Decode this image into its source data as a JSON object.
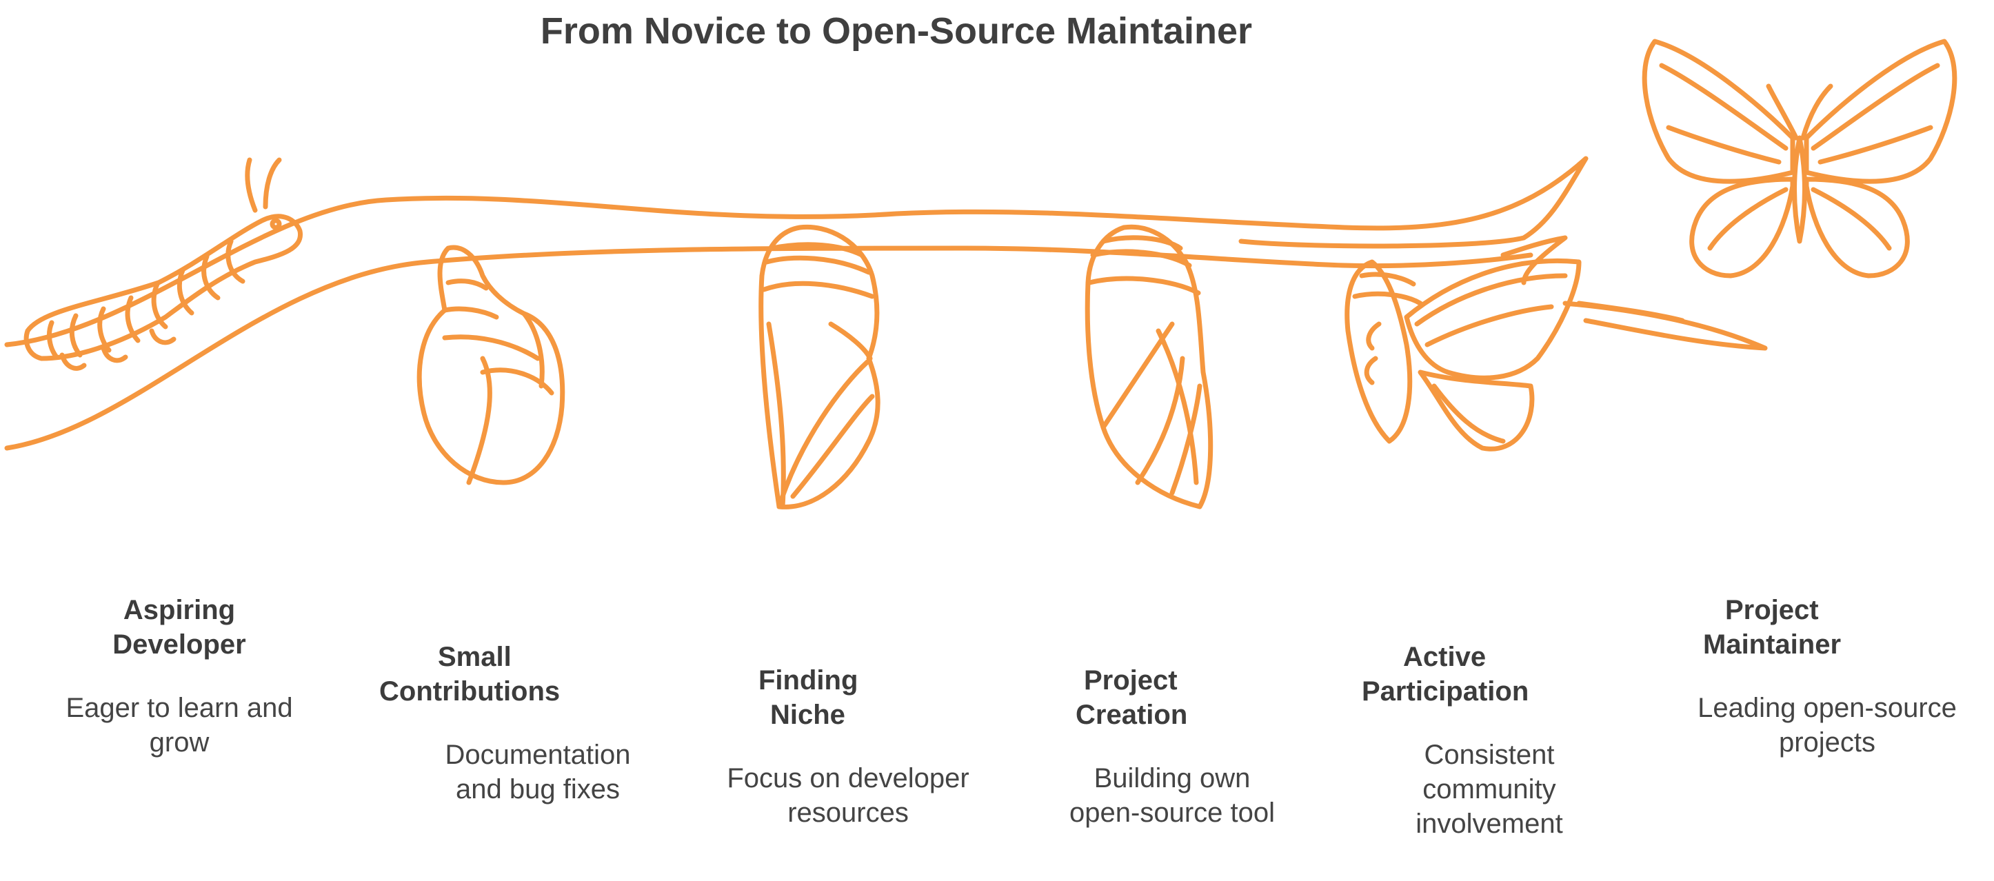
{
  "title": "From Novice to Open-Source Maintainer",
  "accent_color": "#F5973F",
  "stages": [
    {
      "name_line1": "Aspiring",
      "name_line2": "Developer",
      "desc_line1": "Eager to learn and",
      "desc_line2": "grow",
      "desc_line3": "",
      "illustration": "caterpillar-icon"
    },
    {
      "name_line1": "Small",
      "name_line2": "Contributions",
      "desc_line1": "Documentation",
      "desc_line2": "and bug fixes",
      "desc_line3": "",
      "illustration": "curled-pupa-icon"
    },
    {
      "name_line1": "Finding",
      "name_line2": "Niche",
      "desc_line1": "Focus on developer",
      "desc_line2": "resources",
      "desc_line3": "",
      "illustration": "chrysalis-icon"
    },
    {
      "name_line1": "Project",
      "name_line2": "Creation",
      "desc_line1": "Building own",
      "desc_line2": "open-source tool",
      "desc_line3": "",
      "illustration": "chrysalis-split-icon"
    },
    {
      "name_line1": "Active",
      "name_line2": "Participation",
      "desc_line1": "Consistent",
      "desc_line2": "community",
      "desc_line3": "involvement",
      "illustration": "emerging-butterfly-icon"
    },
    {
      "name_line1": "Project",
      "name_line2": "Maintainer",
      "desc_line1": "Leading open-source",
      "desc_line2": "projects",
      "desc_line3": "",
      "illustration": "butterfly-icon"
    }
  ]
}
